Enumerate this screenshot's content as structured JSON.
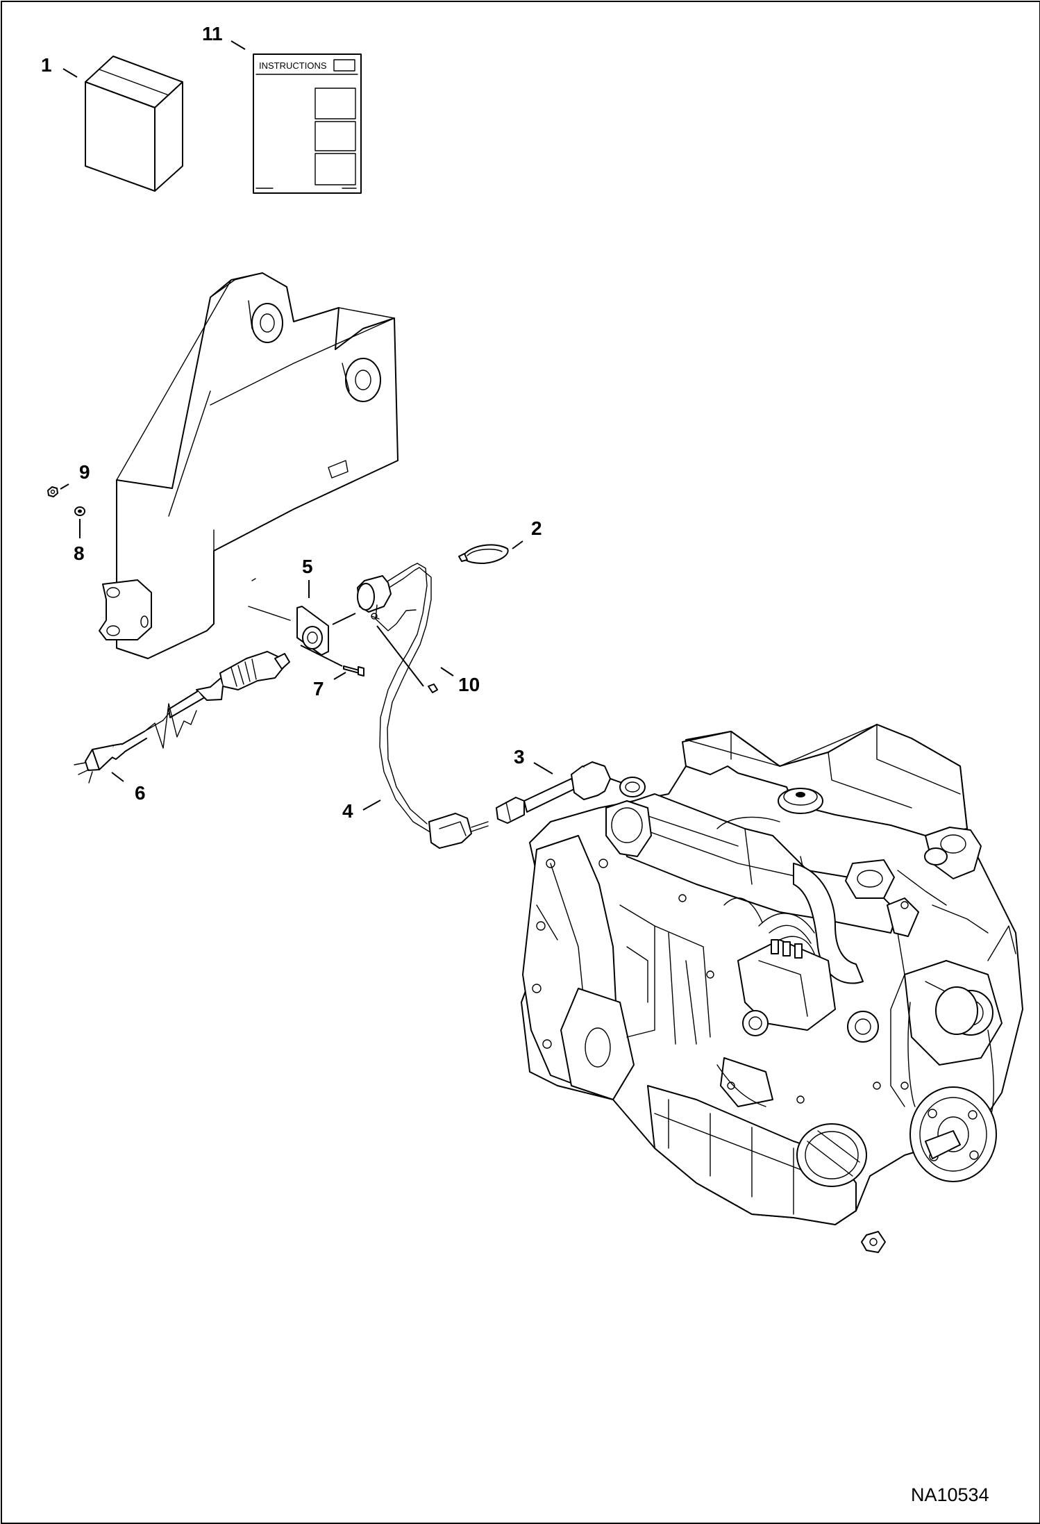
{
  "figure_id": "NA10534",
  "instructions_sheet_title": "INSTRUCTIONS",
  "callouts": [
    {
      "id": "1",
      "label": "1"
    },
    {
      "id": "2",
      "label": "2"
    },
    {
      "id": "3",
      "label": "3"
    },
    {
      "id": "4",
      "label": "4"
    },
    {
      "id": "5",
      "label": "5"
    },
    {
      "id": "6",
      "label": "6"
    },
    {
      "id": "7",
      "label": "7"
    },
    {
      "id": "8",
      "label": "8"
    },
    {
      "id": "9",
      "label": "9"
    },
    {
      "id": "10",
      "label": "10"
    },
    {
      "id": "11",
      "label": "11"
    }
  ],
  "colors": {
    "line": "#000000",
    "background": "#ffffff"
  }
}
